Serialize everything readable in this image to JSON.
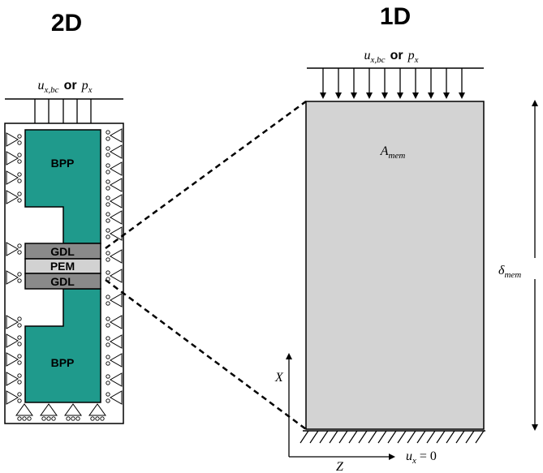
{
  "panels": {
    "left_title": "2D",
    "right_title": "1D"
  },
  "load_label": {
    "u_var": "u",
    "u_sub": "x,bc",
    "or_word": "or",
    "p_var": "p",
    "p_sub": "x"
  },
  "layers_2d": {
    "bpp_top": "BPP",
    "gdl_top": "GDL",
    "pem": "PEM",
    "gdl_bottom": "GDL",
    "bpp_bottom": "BPP"
  },
  "domain_1d": {
    "area_var": "A",
    "area_sub": "mem",
    "thickness_var": "δ",
    "thickness_sub": "mem",
    "bc_var": "u",
    "bc_sub": "x",
    "bc_rhs": " = 0"
  },
  "axes": {
    "x_label": "X",
    "z_label": "Z"
  },
  "colors": {
    "bpp": "#1f9a8c",
    "gdl": "#8a8a8a",
    "pem": "#d2d2d2",
    "membrane_1d": "#d3d3d3",
    "outline": "#000000"
  }
}
